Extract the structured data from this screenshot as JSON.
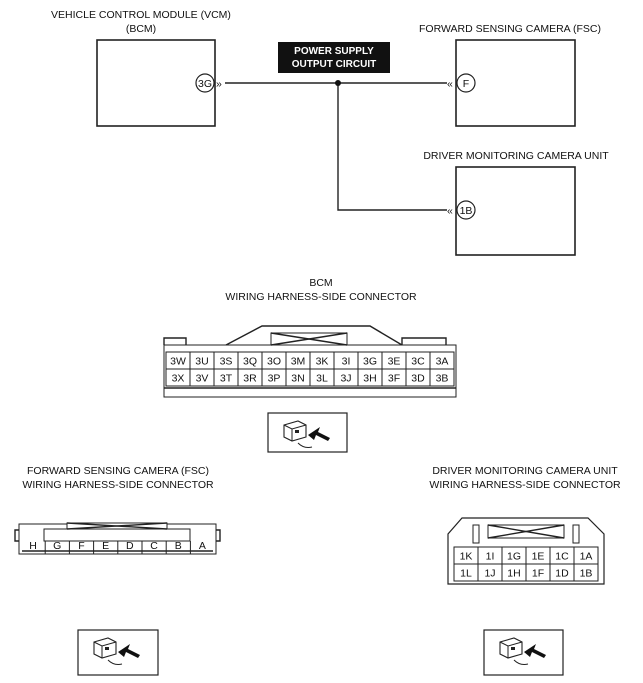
{
  "wiring": {
    "vcm_title_line1": "VEHICLE CONTROL MODULE (VCM)",
    "vcm_title_line2": "(BCM)",
    "fsc_title": "FORWARD SENSING CAMERA (FSC)",
    "dmc_title": "DRIVER MONITORING CAMERA UNIT",
    "circuit_label_line1": "POWER SUPPLY",
    "circuit_label_line2": "OUTPUT CIRCUIT",
    "vcm_terminal": "3G",
    "fsc_terminal": "F",
    "dmc_terminal": "1B"
  },
  "bcm_connector": {
    "title_line1": "BCM",
    "title_line2": "WIRING HARNESS-SIDE CONNECTOR",
    "row1": [
      "3W",
      "3U",
      "3S",
      "3Q",
      "3O",
      "3M",
      "3K",
      "3I",
      "3G",
      "3E",
      "3C",
      "3A"
    ],
    "row2": [
      "3X",
      "3V",
      "3T",
      "3R",
      "3P",
      "3N",
      "3L",
      "3J",
      "3H",
      "3F",
      "3D",
      "3B"
    ]
  },
  "fsc_connector": {
    "title_line1": "FORWARD SENSING CAMERA (FSC)",
    "title_line2": "WIRING HARNESS-SIDE CONNECTOR",
    "pins": [
      "H",
      "G",
      "F",
      "E",
      "D",
      "C",
      "B",
      "A"
    ]
  },
  "dmc_connector": {
    "title_line1": "DRIVER MONITORING CAMERA UNIT",
    "title_line2": "WIRING HARNESS-SIDE CONNECTOR",
    "row1": [
      "1K",
      "1I",
      "1G",
      "1E",
      "1C",
      "1A"
    ],
    "row2": [
      "1L",
      "1J",
      "1H",
      "1F",
      "1D",
      "1B"
    ]
  }
}
